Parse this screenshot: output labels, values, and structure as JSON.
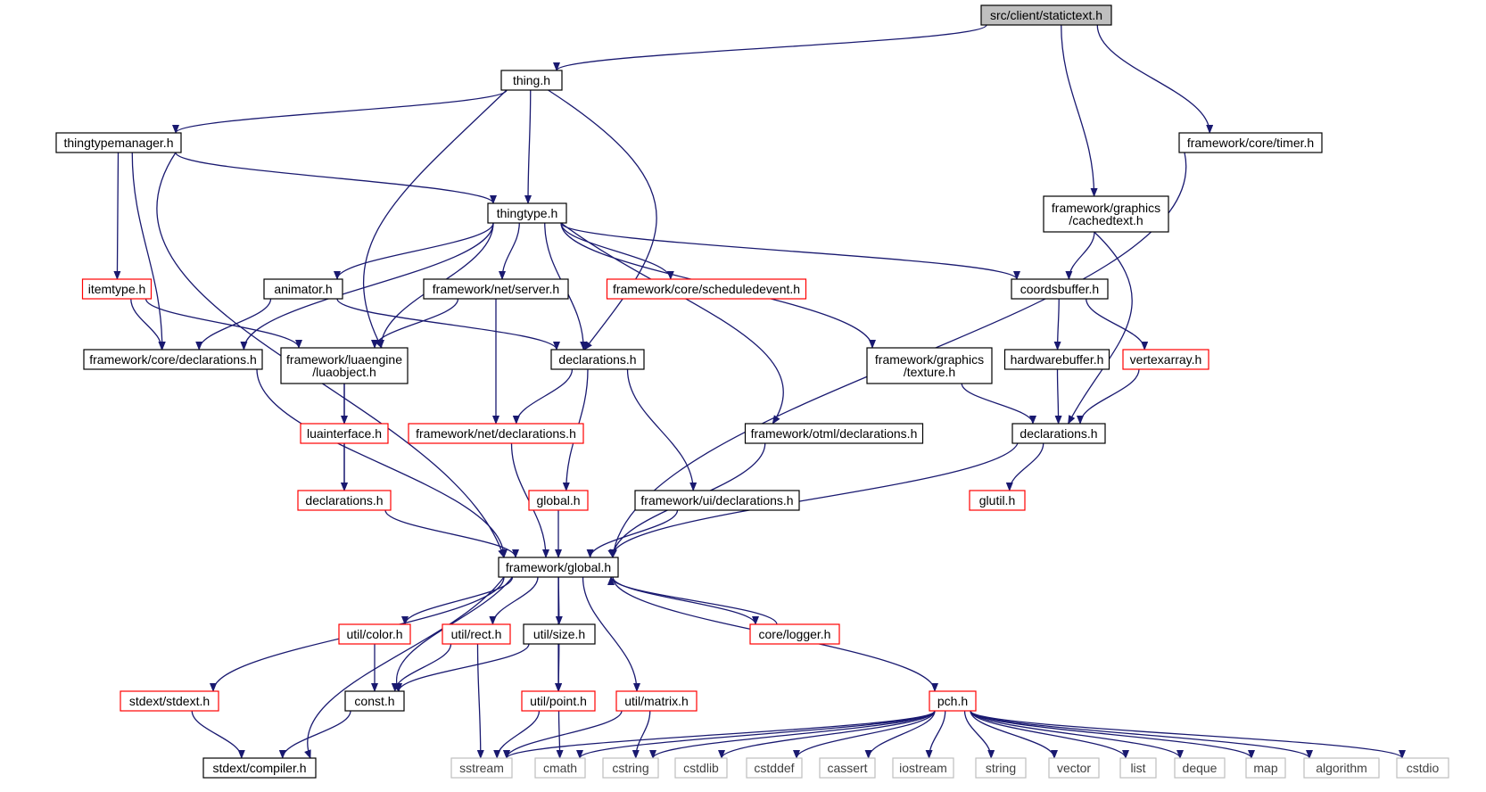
{
  "diagram": {
    "colors": {
      "edge": "#191970",
      "box_normal": "#000000",
      "box_red": "#ff0000",
      "box_gray": "#bfbfbf",
      "root_fill": "#bfbfbf",
      "text_normal": "#000000",
      "text_gray": "#404040"
    },
    "nodes": [
      {
        "id": "statictext",
        "lines": [
          "src/client/statictext.h"
        ],
        "style": "root"
      },
      {
        "id": "thing",
        "lines": [
          "thing.h"
        ],
        "style": "normal"
      },
      {
        "id": "thingtypemanager",
        "lines": [
          "thingtypemanager.h"
        ],
        "style": "normal"
      },
      {
        "id": "timer",
        "lines": [
          "framework/core/timer.h"
        ],
        "style": "normal"
      },
      {
        "id": "cachedtext",
        "lines": [
          "framework/graphics",
          "/cachedtext.h"
        ],
        "style": "normal"
      },
      {
        "id": "thingtype",
        "lines": [
          "thingtype.h"
        ],
        "style": "normal"
      },
      {
        "id": "itemtype",
        "lines": [
          "itemtype.h"
        ],
        "style": "red"
      },
      {
        "id": "animator",
        "lines": [
          "animator.h"
        ],
        "style": "normal"
      },
      {
        "id": "netserver",
        "lines": [
          "framework/net/server.h"
        ],
        "style": "normal"
      },
      {
        "id": "scheduledevent",
        "lines": [
          "framework/core/scheduledevent.h"
        ],
        "style": "red"
      },
      {
        "id": "coordsbuffer",
        "lines": [
          "coordsbuffer.h"
        ],
        "style": "normal"
      },
      {
        "id": "coredecl",
        "lines": [
          "framework/core/declarations.h"
        ],
        "style": "normal"
      },
      {
        "id": "luaobject",
        "lines": [
          "framework/luaengine",
          "/luaobject.h"
        ],
        "style": "normal"
      },
      {
        "id": "decl",
        "lines": [
          "declarations.h"
        ],
        "style": "normal"
      },
      {
        "id": "texture",
        "lines": [
          "framework/graphics",
          "/texture.h"
        ],
        "style": "normal"
      },
      {
        "id": "hardwarebuffer",
        "lines": [
          "hardwarebuffer.h"
        ],
        "style": "normal"
      },
      {
        "id": "vertexarray",
        "lines": [
          "vertexarray.h"
        ],
        "style": "red"
      },
      {
        "id": "luainterface",
        "lines": [
          "luainterface.h"
        ],
        "style": "red"
      },
      {
        "id": "netdecl",
        "lines": [
          "framework/net/declarations.h"
        ],
        "style": "red"
      },
      {
        "id": "otmldecl",
        "lines": [
          "framework/otml/declarations.h"
        ],
        "style": "normal"
      },
      {
        "id": "gfxdecl",
        "lines": [
          "declarations.h"
        ],
        "style": "normal"
      },
      {
        "id": "luadecl",
        "lines": [
          "declarations.h"
        ],
        "style": "red"
      },
      {
        "id": "global",
        "lines": [
          "global.h"
        ],
        "style": "red"
      },
      {
        "id": "uidecl",
        "lines": [
          "framework/ui/declarations.h"
        ],
        "style": "normal"
      },
      {
        "id": "glutil",
        "lines": [
          "glutil.h"
        ],
        "style": "red"
      },
      {
        "id": "fwglobal",
        "lines": [
          "framework/global.h"
        ],
        "style": "normal"
      },
      {
        "id": "color",
        "lines": [
          "util/color.h"
        ],
        "style": "red"
      },
      {
        "id": "rect",
        "lines": [
          "util/rect.h"
        ],
        "style": "red"
      },
      {
        "id": "size",
        "lines": [
          "util/size.h"
        ],
        "style": "normal"
      },
      {
        "id": "logger",
        "lines": [
          "core/logger.h"
        ],
        "style": "red"
      },
      {
        "id": "stdext",
        "lines": [
          "stdext/stdext.h"
        ],
        "style": "red"
      },
      {
        "id": "const",
        "lines": [
          "const.h"
        ],
        "style": "normal"
      },
      {
        "id": "point",
        "lines": [
          "util/point.h"
        ],
        "style": "red"
      },
      {
        "id": "matrix",
        "lines": [
          "util/matrix.h"
        ],
        "style": "red"
      },
      {
        "id": "pch",
        "lines": [
          "pch.h"
        ],
        "style": "red"
      },
      {
        "id": "compiler",
        "lines": [
          "stdext/compiler.h"
        ],
        "style": "normal"
      },
      {
        "id": "sstream",
        "lines": [
          "sstream"
        ],
        "style": "gray"
      },
      {
        "id": "cmath",
        "lines": [
          "cmath"
        ],
        "style": "gray"
      },
      {
        "id": "cstring",
        "lines": [
          "cstring"
        ],
        "style": "gray"
      },
      {
        "id": "cstdlib",
        "lines": [
          "cstdlib"
        ],
        "style": "gray"
      },
      {
        "id": "cstddef",
        "lines": [
          "cstddef"
        ],
        "style": "gray"
      },
      {
        "id": "cassert",
        "lines": [
          "cassert"
        ],
        "style": "gray"
      },
      {
        "id": "iostream",
        "lines": [
          "iostream"
        ],
        "style": "gray"
      },
      {
        "id": "string",
        "lines": [
          "string"
        ],
        "style": "gray"
      },
      {
        "id": "vector",
        "lines": [
          "vector"
        ],
        "style": "gray"
      },
      {
        "id": "list",
        "lines": [
          "list"
        ],
        "style": "gray"
      },
      {
        "id": "deque",
        "lines": [
          "deque"
        ],
        "style": "gray"
      },
      {
        "id": "map",
        "lines": [
          "map"
        ],
        "style": "gray"
      },
      {
        "id": "algorithm",
        "lines": [
          "algorithm"
        ],
        "style": "gray"
      },
      {
        "id": "cstdio",
        "lines": [
          "cstdio"
        ],
        "style": "gray"
      }
    ],
    "edges": [
      [
        "statictext",
        "thing"
      ],
      [
        "statictext",
        "cachedtext"
      ],
      [
        "statictext",
        "timer"
      ],
      [
        "thing",
        "thingtypemanager"
      ],
      [
        "thing",
        "thingtype"
      ],
      [
        "thing",
        "luaobject"
      ],
      [
        "thing",
        "decl"
      ],
      [
        "thingtypemanager",
        "thingtype"
      ],
      [
        "thingtypemanager",
        "itemtype"
      ],
      [
        "thingtypemanager",
        "coredecl"
      ],
      [
        "thingtypemanager",
        "fwglobal"
      ],
      [
        "timer",
        "fwglobal"
      ],
      [
        "cachedtext",
        "coordsbuffer"
      ],
      [
        "cachedtext",
        "gfxdecl"
      ],
      [
        "thingtype",
        "coredecl"
      ],
      [
        "thingtype",
        "animator"
      ],
      [
        "thingtype",
        "luaobject"
      ],
      [
        "thingtype",
        "netserver"
      ],
      [
        "thingtype",
        "decl"
      ],
      [
        "thingtype",
        "scheduledevent"
      ],
      [
        "thingtype",
        "coordsbuffer"
      ],
      [
        "thingtype",
        "texture"
      ],
      [
        "thingtype",
        "otmldecl"
      ],
      [
        "itemtype",
        "coredecl"
      ],
      [
        "itemtype",
        "luaobject"
      ],
      [
        "animator",
        "coredecl"
      ],
      [
        "animator",
        "decl"
      ],
      [
        "netserver",
        "luaobject"
      ],
      [
        "netserver",
        "netdecl"
      ],
      [
        "coordsbuffer",
        "hardwarebuffer"
      ],
      [
        "coordsbuffer",
        "vertexarray"
      ],
      [
        "coredecl",
        "fwglobal"
      ],
      [
        "luaobject",
        "luainterface"
      ],
      [
        "luaobject",
        "luadecl"
      ],
      [
        "decl",
        "netdecl"
      ],
      [
        "decl",
        "global"
      ],
      [
        "decl",
        "uidecl"
      ],
      [
        "texture",
        "gfxdecl"
      ],
      [
        "hardwarebuffer",
        "gfxdecl"
      ],
      [
        "vertexarray",
        "gfxdecl"
      ],
      [
        "luainterface",
        "luadecl"
      ],
      [
        "netdecl",
        "fwglobal"
      ],
      [
        "otmldecl",
        "fwglobal"
      ],
      [
        "gfxdecl",
        "glutil"
      ],
      [
        "gfxdecl",
        "fwglobal"
      ],
      [
        "luadecl",
        "fwglobal"
      ],
      [
        "global",
        "fwglobal"
      ],
      [
        "uidecl",
        "fwglobal"
      ],
      [
        "fwglobal",
        "stdext"
      ],
      [
        "fwglobal",
        "compiler"
      ],
      [
        "fwglobal",
        "const"
      ],
      [
        "fwglobal",
        "color"
      ],
      [
        "fwglobal",
        "rect"
      ],
      [
        "fwglobal",
        "size"
      ],
      [
        "fwglobal",
        "point"
      ],
      [
        "fwglobal",
        "matrix"
      ],
      [
        "fwglobal",
        "logger"
      ],
      [
        "fwglobal",
        "pch"
      ],
      [
        "logger",
        "fwglobal"
      ],
      [
        "color",
        "const"
      ],
      [
        "rect",
        "const"
      ],
      [
        "rect",
        "sstream"
      ],
      [
        "size",
        "const"
      ],
      [
        "size",
        "point"
      ],
      [
        "stdext",
        "compiler"
      ],
      [
        "const",
        "compiler"
      ],
      [
        "point",
        "sstream"
      ],
      [
        "point",
        "cmath"
      ],
      [
        "matrix",
        "sstream"
      ],
      [
        "matrix",
        "cstring"
      ],
      [
        "pch",
        "sstream"
      ],
      [
        "pch",
        "cmath"
      ],
      [
        "pch",
        "cstring"
      ],
      [
        "pch",
        "cstdlib"
      ],
      [
        "pch",
        "cstddef"
      ],
      [
        "pch",
        "cassert"
      ],
      [
        "pch",
        "iostream"
      ],
      [
        "pch",
        "string"
      ],
      [
        "pch",
        "vector"
      ],
      [
        "pch",
        "list"
      ],
      [
        "pch",
        "deque"
      ],
      [
        "pch",
        "map"
      ],
      [
        "pch",
        "algorithm"
      ],
      [
        "pch",
        "cstdio"
      ]
    ]
  }
}
